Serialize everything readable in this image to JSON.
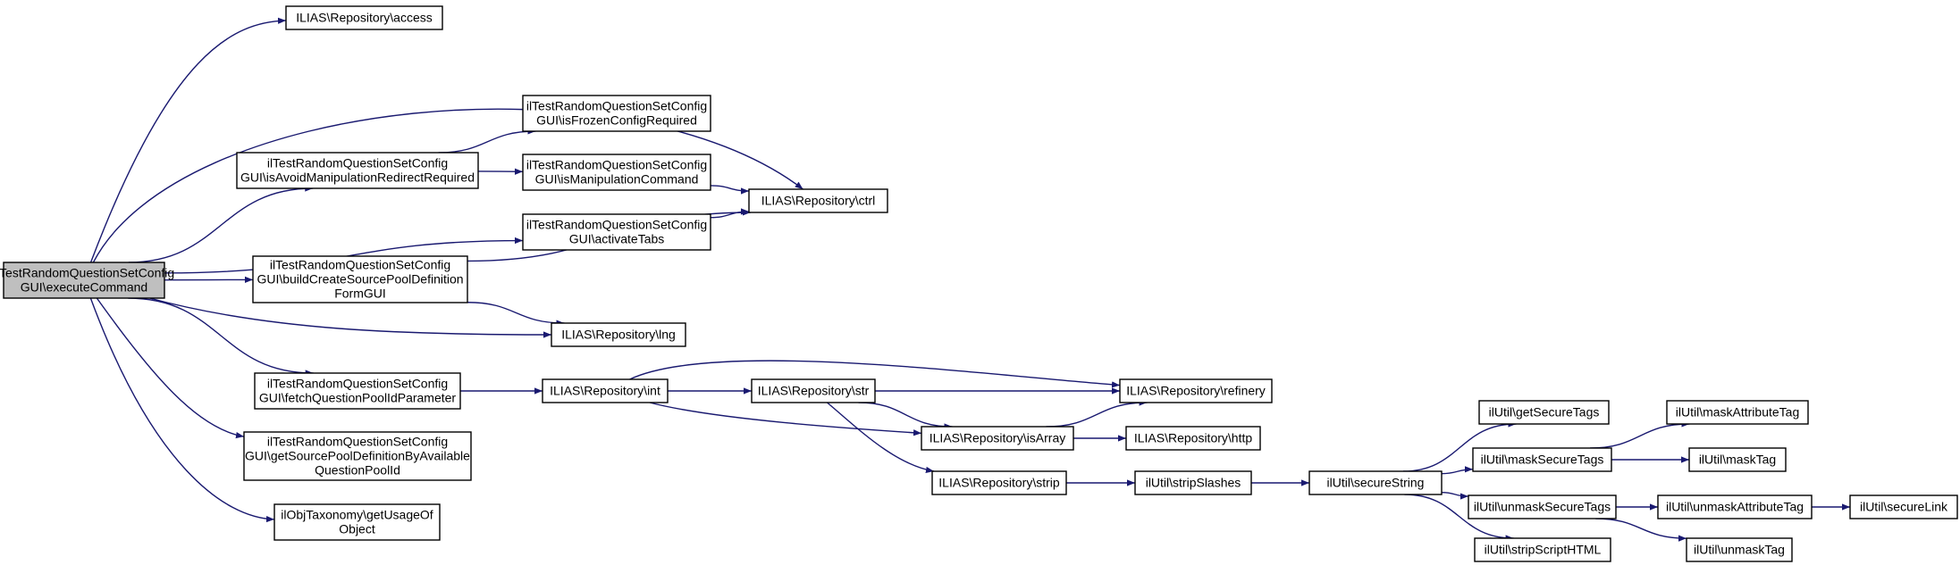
{
  "colors": {
    "edge": "#191970",
    "node_border": "#000000",
    "root_fill": "#bfbfbf",
    "node_fill": "#ffffff"
  },
  "nodes": [
    {
      "id": "exec",
      "lines": [
        "ilTestRandomQuestionSetConfig",
        "GUI\\executeCommand"
      ],
      "root": true
    },
    {
      "id": "access",
      "lines": [
        "ILIAS\\Repository\\access"
      ]
    },
    {
      "id": "avoid",
      "lines": [
        "ilTestRandomQuestionSetConfig",
        "GUI\\isAvoidManipulationRedirectRequired"
      ]
    },
    {
      "id": "frozen",
      "lines": [
        "ilTestRandomQuestionSetConfig",
        "GUI\\isFrozenConfigRequired"
      ]
    },
    {
      "id": "manip",
      "lines": [
        "ilTestRandomQuestionSetConfig",
        "GUI\\isManipulationCommand"
      ]
    },
    {
      "id": "ctrl",
      "lines": [
        "ILIAS\\Repository\\ctrl"
      ]
    },
    {
      "id": "tabs",
      "lines": [
        "ilTestRandomQuestionSetConfig",
        "GUI\\activateTabs"
      ]
    },
    {
      "id": "build",
      "lines": [
        "ilTestRandomQuestionSetConfig",
        "GUI\\buildCreateSourcePoolDefinition",
        "FormGUI"
      ]
    },
    {
      "id": "lng",
      "lines": [
        "ILIAS\\Repository\\lng"
      ]
    },
    {
      "id": "fetch",
      "lines": [
        "ilTestRandomQuestionSetConfig",
        "GUI\\fetchQuestionPoolIdParameter"
      ]
    },
    {
      "id": "int",
      "lines": [
        "ILIAS\\Repository\\int"
      ]
    },
    {
      "id": "str",
      "lines": [
        "ILIAS\\Repository\\str"
      ]
    },
    {
      "id": "refinery",
      "lines": [
        "ILIAS\\Repository\\refinery"
      ]
    },
    {
      "id": "isarray",
      "lines": [
        "ILIAS\\Repository\\isArray"
      ]
    },
    {
      "id": "http",
      "lines": [
        "ILIAS\\Repository\\http"
      ]
    },
    {
      "id": "strip",
      "lines": [
        "ILIAS\\Repository\\strip"
      ]
    },
    {
      "id": "getsrc",
      "lines": [
        "ilTestRandomQuestionSetConfig",
        "GUI\\getSourcePoolDefinitionByAvailable",
        "QuestionPoolId"
      ]
    },
    {
      "id": "taxo",
      "lines": [
        "ilObjTaxonomy\\getUsageOf",
        "Object"
      ]
    },
    {
      "id": "slashes",
      "lines": [
        "ilUtil\\stripSlashes"
      ]
    },
    {
      "id": "secstr",
      "lines": [
        "ilUtil\\secureString"
      ]
    },
    {
      "id": "gettags",
      "lines": [
        "ilUtil\\getSecureTags"
      ]
    },
    {
      "id": "masktags",
      "lines": [
        "ilUtil\\maskSecureTags"
      ]
    },
    {
      "id": "unmasktags",
      "lines": [
        "ilUtil\\unmaskSecureTags"
      ]
    },
    {
      "id": "stripscript",
      "lines": [
        "ilUtil\\stripScriptHTML"
      ]
    },
    {
      "id": "maskattr",
      "lines": [
        "ilUtil\\maskAttributeTag"
      ]
    },
    {
      "id": "masktag",
      "lines": [
        "ilUtil\\maskTag"
      ]
    },
    {
      "id": "unmaskattr",
      "lines": [
        "ilUtil\\unmaskAttributeTag"
      ]
    },
    {
      "id": "unmasktag",
      "lines": [
        "ilUtil\\unmaskTag"
      ]
    },
    {
      "id": "securelink",
      "lines": [
        "ilUtil\\secureLink"
      ]
    }
  ],
  "edges": [
    [
      "exec",
      "access"
    ],
    [
      "exec",
      "ctrl"
    ],
    [
      "exec",
      "avoid"
    ],
    [
      "exec",
      "tabs"
    ],
    [
      "exec",
      "build"
    ],
    [
      "exec",
      "lng"
    ],
    [
      "exec",
      "fetch"
    ],
    [
      "exec",
      "getsrc"
    ],
    [
      "exec",
      "taxo"
    ],
    [
      "avoid",
      "frozen"
    ],
    [
      "avoid",
      "manip"
    ],
    [
      "manip",
      "ctrl"
    ],
    [
      "tabs",
      "ctrl"
    ],
    [
      "build",
      "ctrl"
    ],
    [
      "build",
      "lng"
    ],
    [
      "fetch",
      "int"
    ],
    [
      "int",
      "refinery"
    ],
    [
      "int",
      "str"
    ],
    [
      "int",
      "isarray"
    ],
    [
      "str",
      "refinery"
    ],
    [
      "str",
      "isarray"
    ],
    [
      "str",
      "strip"
    ],
    [
      "isarray",
      "refinery"
    ],
    [
      "isarray",
      "http"
    ],
    [
      "strip",
      "slashes"
    ],
    [
      "slashes",
      "secstr"
    ],
    [
      "secstr",
      "gettags"
    ],
    [
      "secstr",
      "masktags"
    ],
    [
      "secstr",
      "unmasktags"
    ],
    [
      "secstr",
      "stripscript"
    ],
    [
      "masktags",
      "maskattr"
    ],
    [
      "masktags",
      "masktag"
    ],
    [
      "unmasktags",
      "unmaskattr"
    ],
    [
      "unmasktags",
      "unmasktag"
    ],
    [
      "unmaskattr",
      "securelink"
    ]
  ]
}
